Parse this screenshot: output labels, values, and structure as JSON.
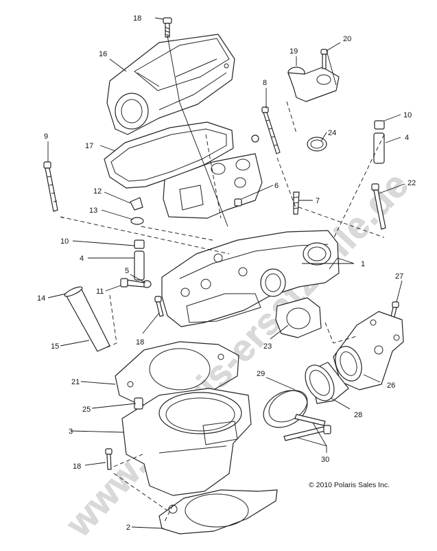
{
  "watermark": "www.polaris-ersatzteile.de",
  "copyright": "© 2010 Polaris Sales Inc.",
  "callouts": {
    "c18a": "18",
    "c16": "16",
    "c19": "19",
    "c20": "20",
    "c8": "8",
    "c10a": "10",
    "c24": "24",
    "c4a": "4",
    "c9": "9",
    "c17": "17",
    "c22": "22",
    "c6": "6",
    "c12": "12",
    "c7": "7",
    "c13": "13",
    "c10b": "10",
    "c1": "1",
    "c4b": "4",
    "c5": "5",
    "c27": "27",
    "c11": "11",
    "c14": "14",
    "c18b": "18",
    "c23": "23",
    "c15": "15",
    "c29": "29",
    "c21": "21",
    "c26": "26",
    "c25": "25",
    "c28": "28",
    "c3": "3",
    "c30": "30",
    "c18c": "18",
    "c2": "2"
  }
}
